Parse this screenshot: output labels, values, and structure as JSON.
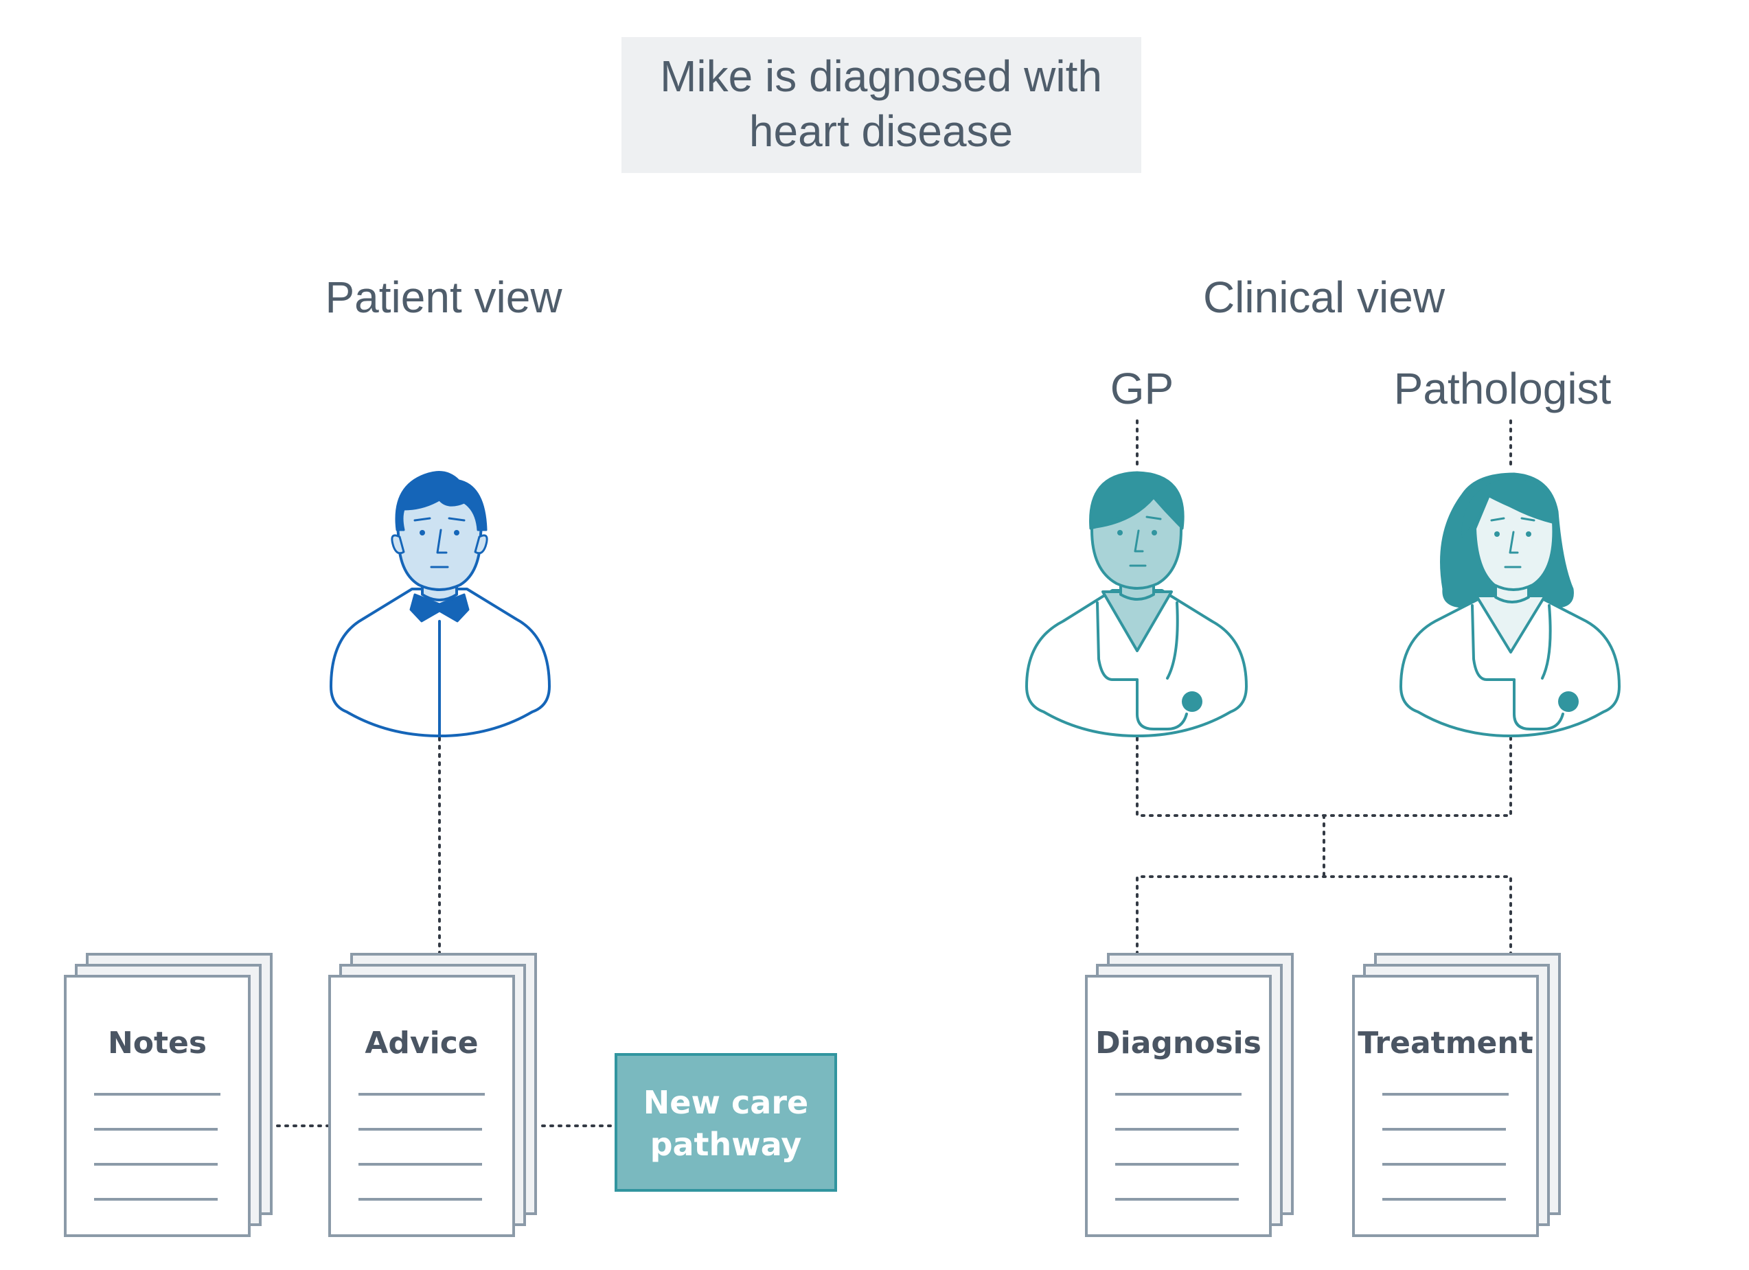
{
  "title": {
    "line1": "Mike is diagnosed with",
    "line2": "heart disease"
  },
  "patient_view": {
    "heading": "Patient view",
    "documents": [
      {
        "label": "Notes"
      },
      {
        "label": "Advice"
      }
    ],
    "pathway_box": {
      "line1": "New care",
      "line2": "pathway"
    }
  },
  "clinical_view": {
    "heading": "Clinical view",
    "roles": [
      {
        "label": "GP"
      },
      {
        "label": "Pathologist"
      }
    ],
    "documents": [
      {
        "label": "Diagnosis"
      },
      {
        "label": "Treatment"
      }
    ]
  },
  "colors": {
    "patient_blue": "#1565b8",
    "patient_skin": "#cde2f2",
    "clinical_teal": "#31959f",
    "clinical_skin": "#a9d3d7",
    "pathway_box_fill": "#7ab9bf",
    "doc_border": "#8b9aa8",
    "title_box_fill": "#eef0f2",
    "text_gray": "#4f5d6b"
  }
}
